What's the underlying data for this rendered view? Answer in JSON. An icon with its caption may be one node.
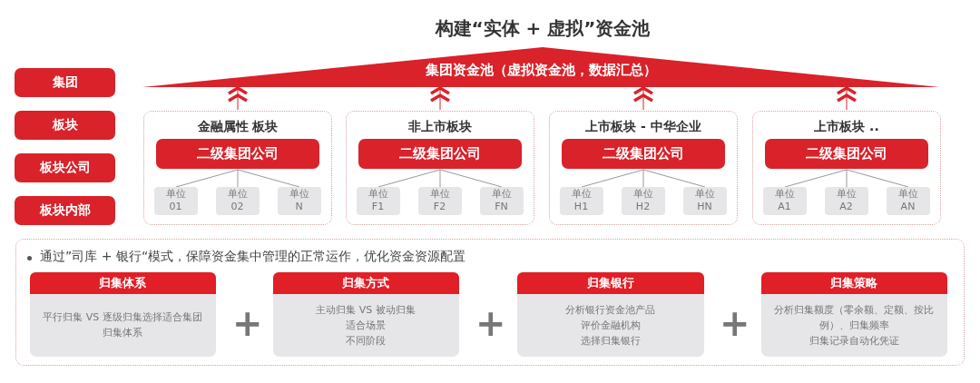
{
  "diagram": {
    "title": "构建“实体 + 虚拟”资金池",
    "nodes": [
      {
        "text": [
          "集团"
        ]
      },
      {
        "text": [
          "板块"
        ]
      },
      {
        "text": [
          "板块公司"
        ]
      },
      {
        "text": [
          "板块内部"
        ]
      },
      {
        "text": [
          "集团资金池（虚拟资金池，数据汇总）"
        ]
      },
      {
        "text": [
          "金融属性 板块"
        ]
      },
      {
        "text": [
          "二级集团公司"
        ],
        "in": 5
      },
      {
        "text": [
          "单位 01"
        ],
        "in": 5
      },
      {
        "text": [
          "单位 02"
        ],
        "in": 5
      },
      {
        "text": [
          "单位 N"
        ],
        "in": 5
      },
      {
        "text": [
          "非上市板块"
        ]
      },
      {
        "text": [
          "二级集团公司"
        ],
        "in": 10
      },
      {
        "text": [
          "单位 F1"
        ],
        "in": 10
      },
      {
        "text": [
          "单位 F2"
        ],
        "in": 10
      },
      {
        "text": [
          "单位 FN"
        ],
        "in": 10
      },
      {
        "text": [
          "上市板块 - 中华企业"
        ]
      },
      {
        "text": [
          "二级集团公司"
        ],
        "in": 15
      },
      {
        "text": [
          "单位 H1"
        ],
        "in": 15
      },
      {
        "text": [
          "单位 H2"
        ],
        "in": 15
      },
      {
        "text": [
          "单位 HN"
        ],
        "in": 15
      },
      {
        "text": [
          "上市板块 .."
        ]
      },
      {
        "text": [
          "二级集团公司"
        ],
        "in": 20
      },
      {
        "text": [
          "单位 A1"
        ],
        "in": 20
      },
      {
        "text": [
          "单位 A2"
        ],
        "in": 20
      },
      {
        "text": [
          "单位 AN"
        ],
        "in": 20
      },
      {
        "text": [
          "通过”司库 + 银行“模式，保障资金集中管理的正常运作，优化资金资源配置"
        ]
      },
      {
        "text": [
          "归集体系",
          "平行归集 VS 逐级归集选择适合集团归集体系"
        ],
        "in": 25
      },
      {
        "text": [
          "归集方式",
          "主动归集 VS 被动归集",
          "适合场景",
          "不同阶段"
        ],
        "in": 25
      },
      {
        "text": [
          "归集银行",
          "分析银行资金池产品",
          "评价金融机构",
          "选择归集银行"
        ],
        "in": 25
      },
      {
        "text": [
          "归集策略",
          "分析归集额度（零余额、定额、按比例）、归集频率",
          "归集记录自动化凭证"
        ],
        "in": 25
      }
    ],
    "edges": [
      {
        "from": 5,
        "to": 4,
        "arrow": "to",
        "color": "#d9222a"
      },
      {
        "from": 10,
        "to": 4,
        "arrow": "to",
        "color": "#d9222a"
      },
      {
        "from": 15,
        "to": 4,
        "arrow": "to",
        "color": "#d9222a"
      },
      {
        "from": 20,
        "to": 4,
        "arrow": "to",
        "color": "#d9222a"
      },
      {
        "from": 6,
        "to": 7,
        "arrow": "none"
      },
      {
        "from": 6,
        "to": 8,
        "arrow": "none"
      },
      {
        "from": 6,
        "to": 9,
        "arrow": "none"
      },
      {
        "from": 11,
        "to": 12,
        "arrow": "none"
      },
      {
        "from": 11,
        "to": 13,
        "arrow": "none"
      },
      {
        "from": 11,
        "to": 14,
        "arrow": "none"
      },
      {
        "from": 16,
        "to": 17,
        "arrow": "none"
      },
      {
        "from": 16,
        "to": 18,
        "arrow": "none"
      },
      {
        "from": 16,
        "to": 19,
        "arrow": "none"
      },
      {
        "from": 21,
        "to": 22,
        "arrow": "none"
      },
      {
        "from": 21,
        "to": 23,
        "arrow": "none"
      },
      {
        "from": 21,
        "to": 24,
        "arrow": "none"
      }
    ],
    "labels": [
      "+",
      "+",
      "+"
    ]
  }
}
